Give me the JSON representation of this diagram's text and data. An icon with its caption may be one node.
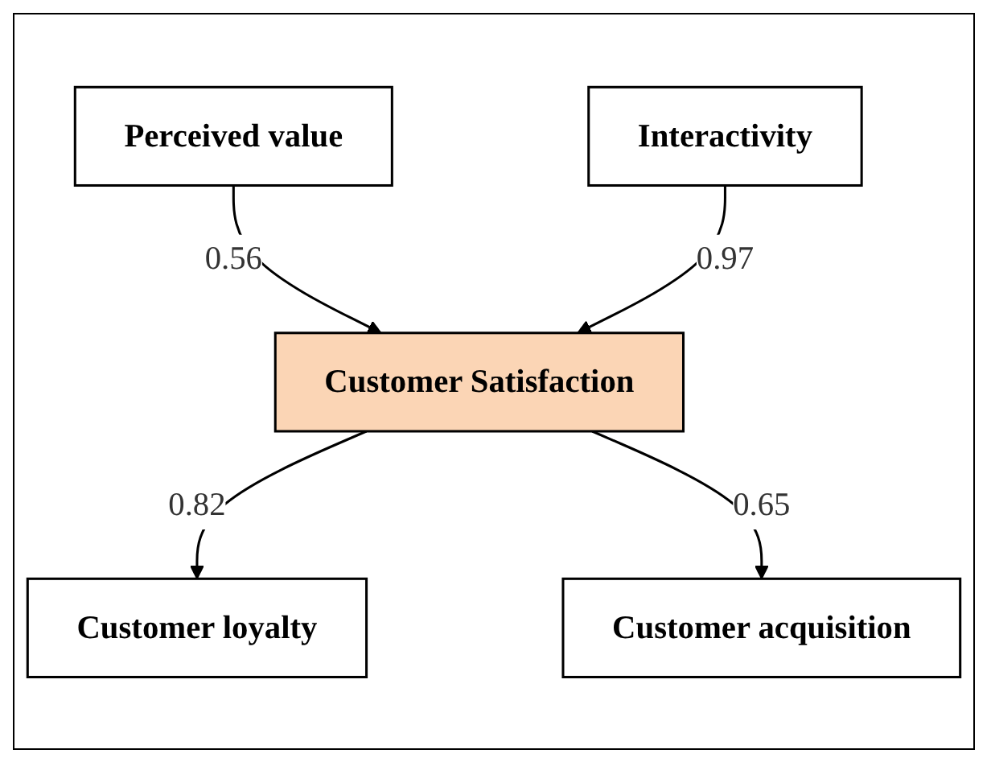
{
  "diagram": {
    "nodes": [
      {
        "text": [
          "Perceived value"
        ]
      },
      {
        "text": [
          "Interactivity"
        ]
      },
      {
        "text": [
          "Customer Satisfaction"
        ]
      },
      {
        "text": [
          "Customer loyalty"
        ]
      },
      {
        "text": [
          "Customer acquisition"
        ]
      }
    ],
    "edges": [
      {
        "from": 0,
        "to": 2,
        "arrow": "to",
        "label": "0.56"
      },
      {
        "from": 1,
        "to": 2,
        "arrow": "to",
        "label": "0.97"
      },
      {
        "from": 2,
        "to": 3,
        "arrow": "to",
        "label": "0.82"
      },
      {
        "from": 2,
        "to": 4,
        "arrow": "to",
        "label": "0.65"
      }
    ]
  }
}
